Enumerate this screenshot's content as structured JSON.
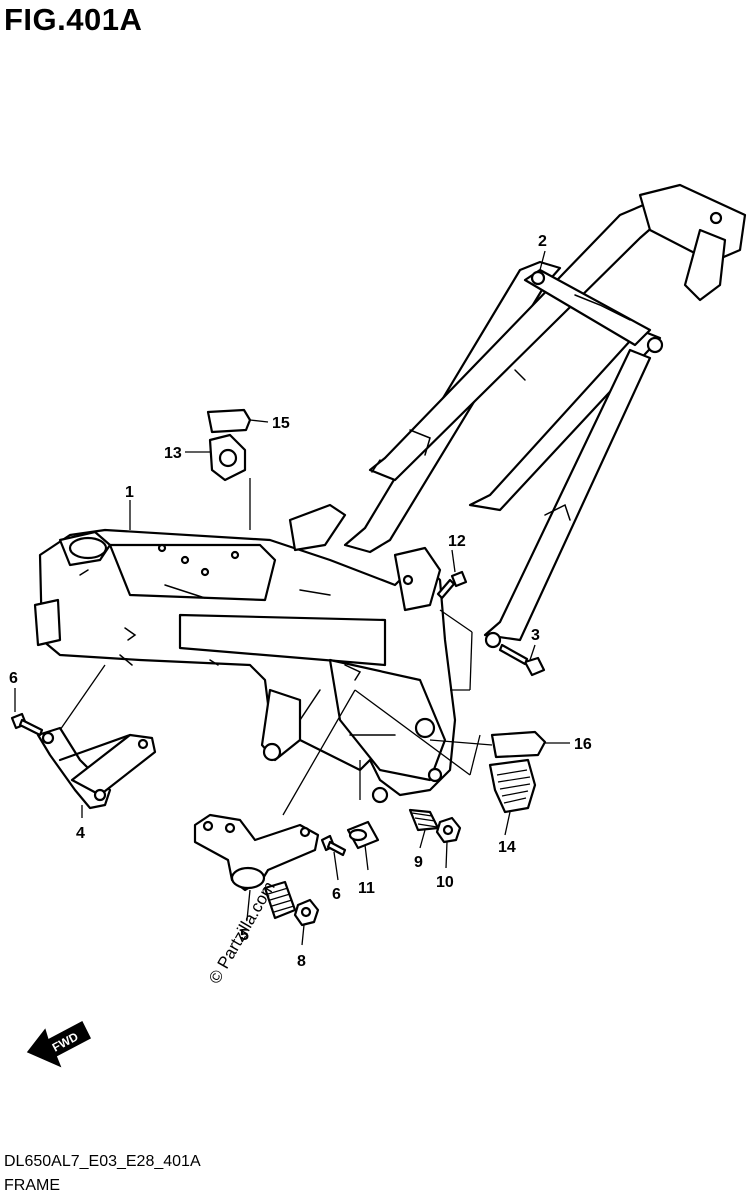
{
  "figure": {
    "title": "FIG.401A",
    "reference_code": "DL650AL7_E03_E28_401A",
    "assembly_name": "FRAME"
  },
  "watermark": "© Partzilla.com",
  "direction_arrow": {
    "label": "FWD",
    "icon": "fwd-arrow-icon"
  },
  "callouts": [
    {
      "id": "1",
      "label": "1"
    },
    {
      "id": "2",
      "label": "2"
    },
    {
      "id": "3",
      "label": "3"
    },
    {
      "id": "4",
      "label": "4"
    },
    {
      "id": "5",
      "label": "5"
    },
    {
      "id": "6a",
      "label": "6"
    },
    {
      "id": "6b",
      "label": "6"
    },
    {
      "id": "8",
      "label": "8"
    },
    {
      "id": "9",
      "label": "9"
    },
    {
      "id": "10",
      "label": "10"
    },
    {
      "id": "11",
      "label": "11"
    },
    {
      "id": "12",
      "label": "12"
    },
    {
      "id": "13",
      "label": "13"
    },
    {
      "id": "14",
      "label": "14"
    },
    {
      "id": "15",
      "label": "15"
    },
    {
      "id": "16",
      "label": "16"
    }
  ]
}
